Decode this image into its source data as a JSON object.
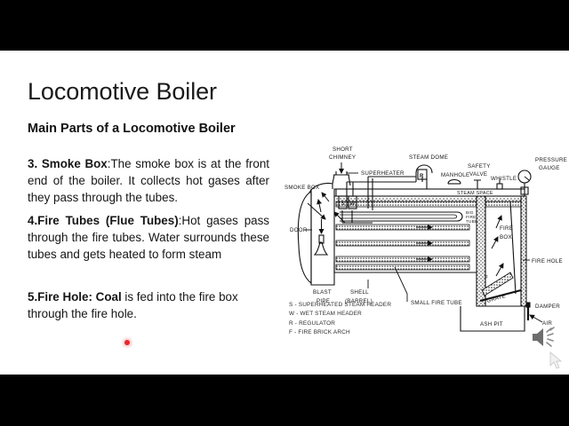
{
  "slide": {
    "title": "Locomotive Boiler",
    "subtitle": "Main Parts of a Locomotive Boiler",
    "paragraphs": [
      {
        "id": "smoke-box",
        "lead": "3. Smoke Box",
        "body": ":The smoke box is at the front end of the boiler. It collects hot gases after they pass through the tubes."
      },
      {
        "id": "fire-tubes",
        "lead": "4.Fire Tubes (Flue Tubes)",
        "body": ":Hot gases pass through the fire tubes. Water surrounds these tubes and gets heated to form steam"
      },
      {
        "id": "fire-hole",
        "lead": "5.Fire Hole: Coal",
        "body": " is fed into the fire box through the fire hole."
      }
    ],
    "background_color": "#ffffff",
    "letterbox_color": "#000000",
    "accent_dot_color": "#e8272b"
  },
  "diagram": {
    "name": "locomotive-boiler-sectional-diagram",
    "labels": {
      "smoke_box": "SMOKE BOX",
      "short_chimney_l1": "SHORT",
      "short_chimney_l2": "CHIMNEY",
      "steam_dome": "STEAM DOME",
      "superheater": "SUPERHEATER",
      "manhole": "MANHOLE",
      "safety_valve_l1": "SAFETY",
      "safety_valve_l2": "VALVE",
      "whistle": "WHISTLE",
      "pressure_gauge_l1": "PRESSURE",
      "pressure_gauge_l2": "GAUGE",
      "steam_space": "STEAM SPACE",
      "big_fire_tube_l1": "BIG",
      "big_fire_tube_l2": "FIRE",
      "big_fire_tube_l3": "TUBE",
      "fire_box_l1": "FIRE",
      "fire_box_l2": "BOX",
      "fire_hole": "FIRE HOLE",
      "door": "DOOR",
      "blast_pipe_l1": "BLAST",
      "blast_pipe_l2": "PIPE",
      "shell_l1": "SHELL",
      "shell_l2": "(BARREL)",
      "small_fire_tube": "SMALL FIRE TUBE",
      "grate": "GRATE",
      "ash_pit": "ASH PIT",
      "damper": "DAMPER",
      "air": "AIR",
      "marker_s": "S",
      "marker_w": "W",
      "marker_r": "R",
      "marker_f": "F"
    },
    "legend": [
      "S - SUPERHEATED STEAM HEADER",
      "W - WET STEAM HEADER",
      "R - REGULATOR",
      "F - FIRE BRICK ARCH"
    ]
  },
  "media": {
    "speaker_icon": "speaker-volume-icon",
    "cursor_icon": "mouse-cursor-arrow"
  }
}
